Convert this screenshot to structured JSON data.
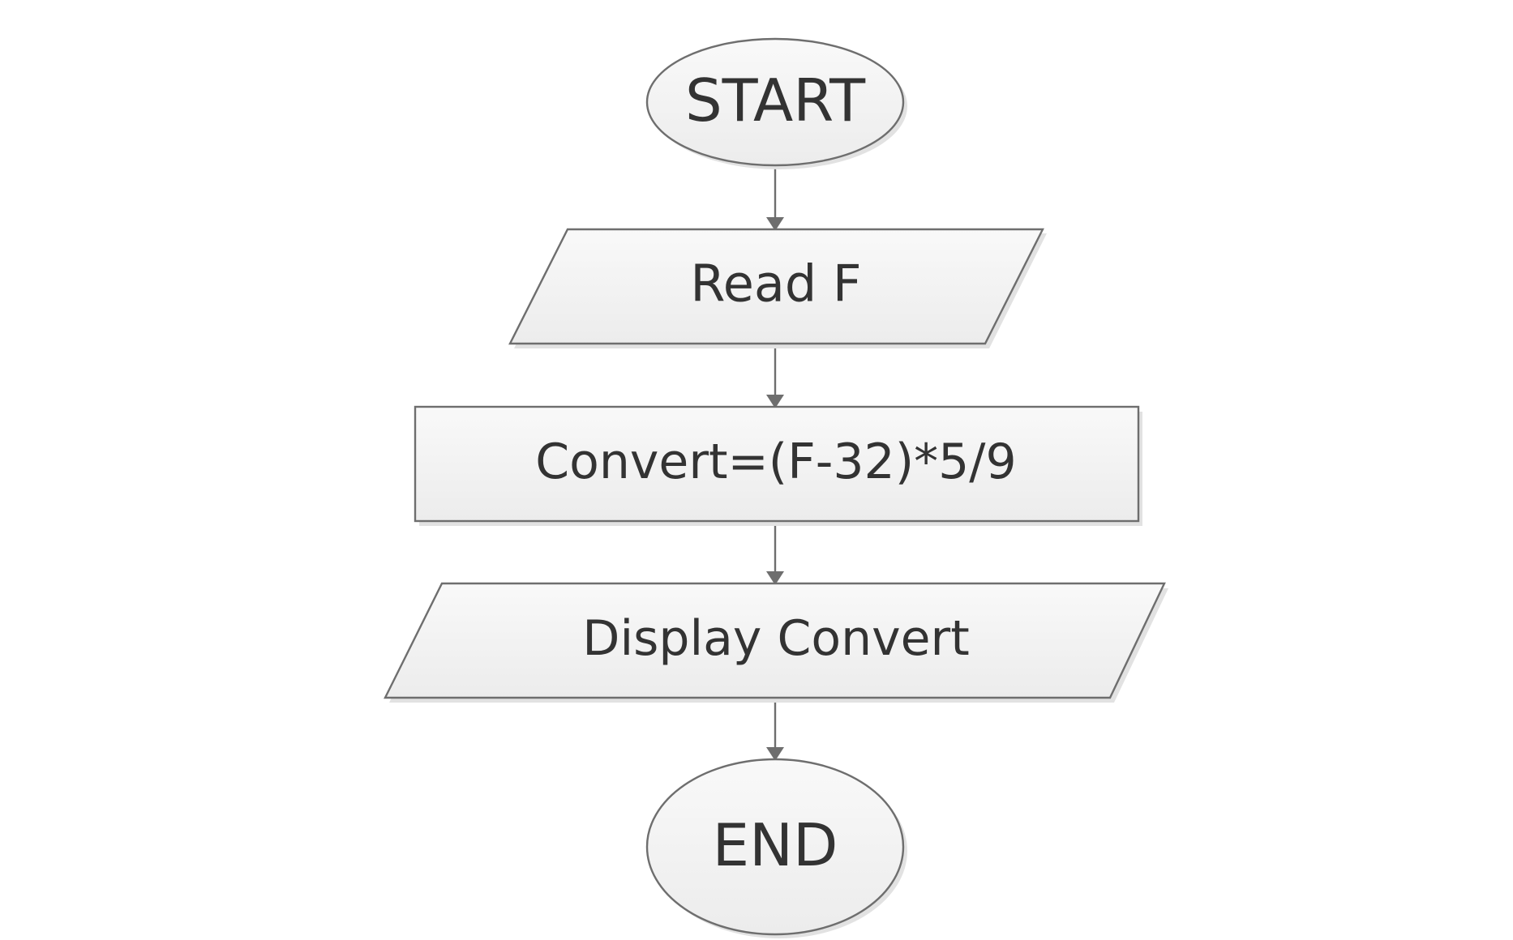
{
  "flowchart": {
    "nodes": [
      {
        "id": "start",
        "type": "terminator",
        "label": "START"
      },
      {
        "id": "read",
        "type": "input-output",
        "label": "Read F"
      },
      {
        "id": "convert",
        "type": "process",
        "label": "Convert=(F-32)*5/9"
      },
      {
        "id": "display",
        "type": "input-output",
        "label": "Display Convert"
      },
      {
        "id": "end",
        "type": "terminator",
        "label": "END"
      }
    ],
    "edges": [
      {
        "from": "start",
        "to": "read"
      },
      {
        "from": "read",
        "to": "convert"
      },
      {
        "from": "convert",
        "to": "display"
      },
      {
        "from": "display",
        "to": "end"
      }
    ],
    "colors": {
      "stroke": "#6e6e6e",
      "fill_top": "#f9f9f9",
      "fill_bottom": "#ececec",
      "text": "#333333"
    }
  }
}
